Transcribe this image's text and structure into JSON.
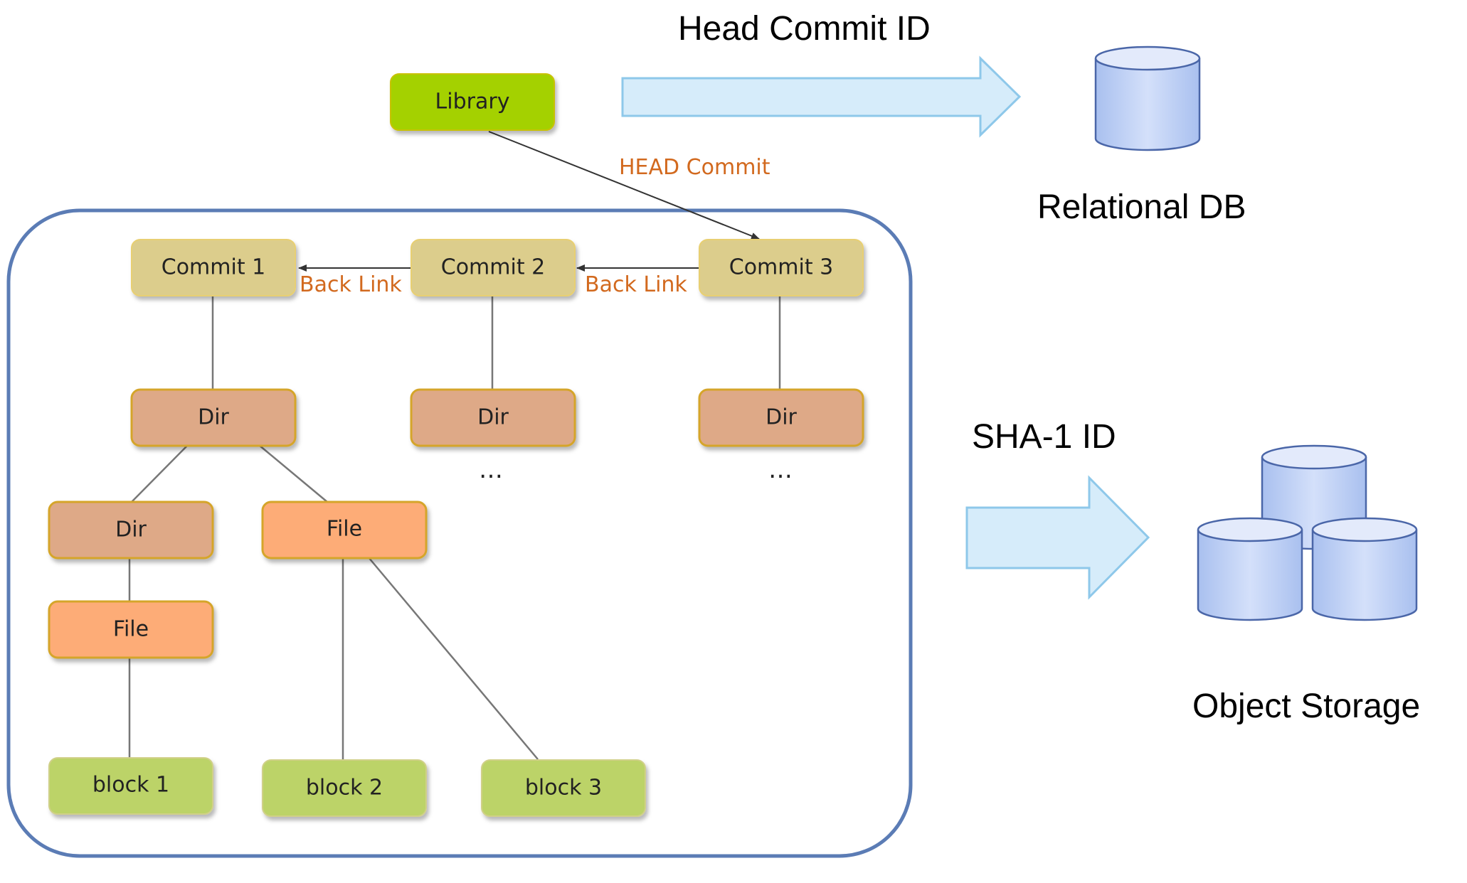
{
  "labels": {
    "head_commit_id": "Head Commit ID",
    "relational_db": "Relational DB",
    "sha1_id": "SHA-1 ID",
    "object_storage": "Object Storage",
    "head_commit": "HEAD Commit",
    "back_link_1": "Back Link",
    "back_link_2": "Back Link"
  },
  "nodes": {
    "library": "Library",
    "commit1": "Commit 1",
    "commit2": "Commit 2",
    "commit3": "Commit 3",
    "dir1": "Dir",
    "dir2": "Dir",
    "dir3": "Dir",
    "dir4": "Dir",
    "file1": "File",
    "file2": "File",
    "block1": "block 1",
    "block2": "block 2",
    "block3": "block 3"
  },
  "ellipsis": {
    "col2": "…",
    "col3": "…"
  },
  "colors": {
    "library": "#a4d101",
    "commit": "#dccd8c",
    "dir": "#dea987",
    "file": "#fdac77",
    "block": "#bcd368",
    "edge_label": "#d2691e",
    "container": "#5b7cb5",
    "arrow_fill": "#d6ecfa",
    "arrow_stroke": "#8ec8ea",
    "db_fill": "#c3d3f3",
    "db_stroke": "#4a66a8"
  }
}
